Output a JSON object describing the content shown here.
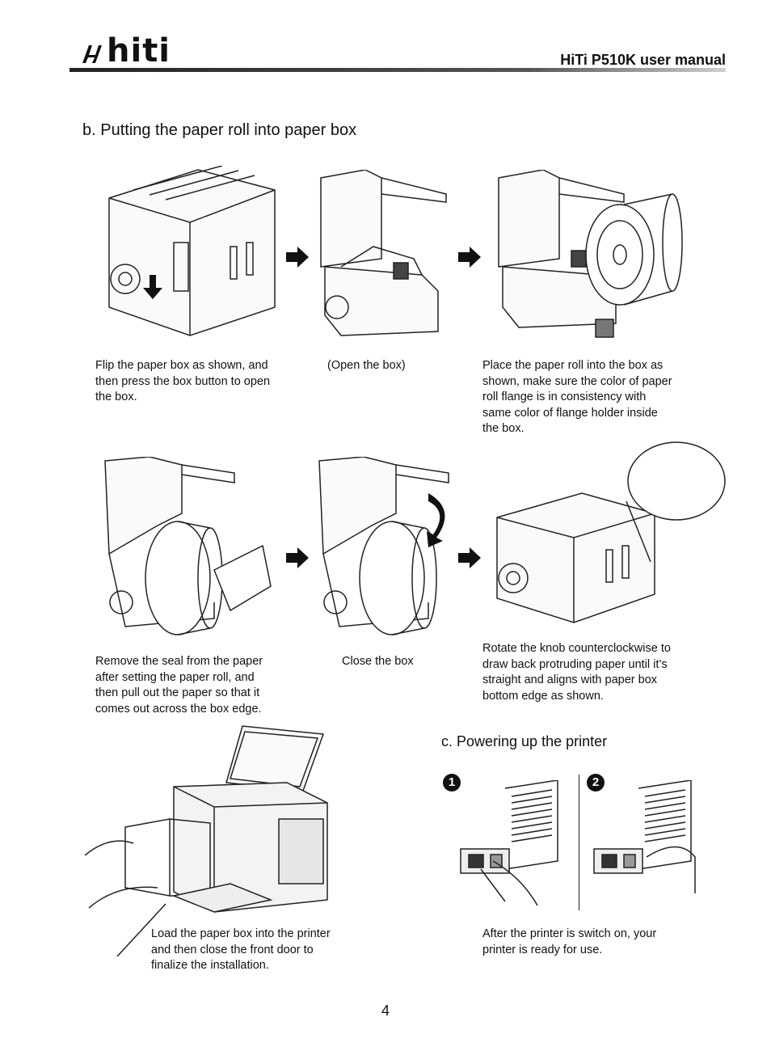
{
  "header": {
    "logo_text": "hiti",
    "doc_title": "HiTi P510K user manual"
  },
  "section_b": {
    "heading": "b. Putting the paper roll into paper box",
    "steps": [
      {
        "caption": "Flip the paper box as shown, and\nthen press the box button to open\nthe box."
      },
      {
        "caption": "(Open the box)"
      },
      {
        "caption": "Place the paper roll into the box as\nshown, make sure the color of paper\nroll flange is in consistency with\nsame color of flange holder inside\nthe box."
      },
      {
        "caption": "Remove the seal from the paper\nafter setting the paper roll, and\nthen pull out the paper so that it\ncomes out across the box edge."
      },
      {
        "caption": "Close the box"
      },
      {
        "caption": "Rotate the knob counterclockwise to\ndraw back protruding paper until it’s\nstraight and aligns with paper box\nbottom edge as shown."
      },
      {
        "caption": "Load the paper box into the printer\nand then close the front door to\nfinalize the installation."
      }
    ]
  },
  "section_c": {
    "heading": "c. Powering up the printer",
    "step_markers": [
      "1",
      "2"
    ],
    "caption": "After the printer is switch on, your\nprinter is ready for use."
  },
  "footer": {
    "page_number": "4"
  }
}
